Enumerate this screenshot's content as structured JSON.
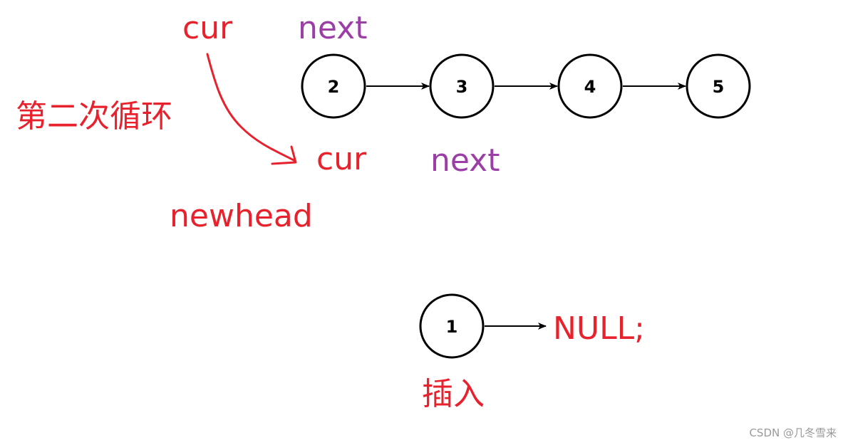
{
  "colors": {
    "red": "#e8222d",
    "purple": "#9b3fa6",
    "node_stroke": "#000000",
    "watermark": "#999999"
  },
  "top_list": {
    "nodes": [
      {
        "label": "2"
      },
      {
        "label": "3"
      },
      {
        "label": "4"
      },
      {
        "label": "5"
      }
    ]
  },
  "bottom_list": {
    "node": {
      "label": "1"
    },
    "tail": "NULL;"
  },
  "annotations": {
    "loop_title": "第二次循环",
    "cur_top": "cur",
    "next_top": "next",
    "cur_moved": "cur",
    "next_moved": "next",
    "newhead": "newhead",
    "insert": "插入"
  },
  "watermark": "CSDN @几冬雪来"
}
